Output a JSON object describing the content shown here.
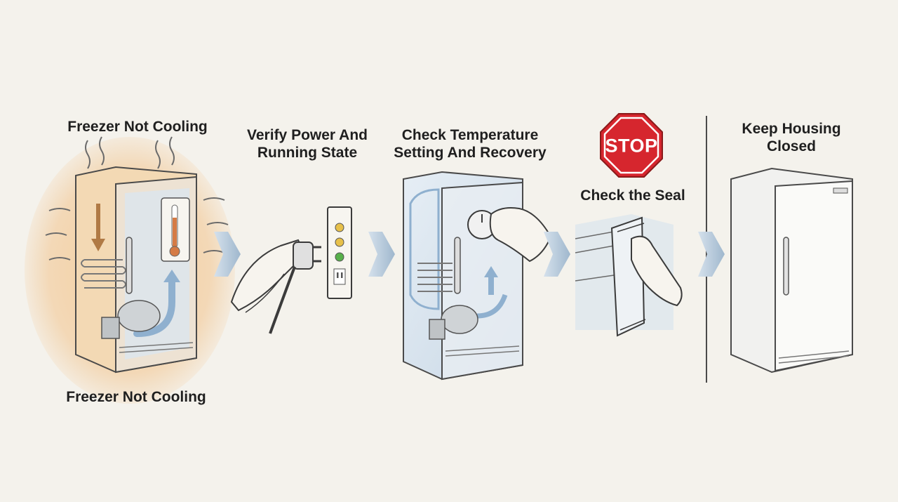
{
  "steps": [
    {
      "title": "Freezer Not Cooling",
      "caption": "Freezer Not Cooling"
    },
    {
      "title_line1": "Verify Power And",
      "title_line2": "Running State"
    },
    {
      "title_line1": "Check Temperature",
      "title_line2": "Setting And Recovery"
    },
    {
      "title": "Check the Seal",
      "sign": "STOP"
    },
    {
      "title_line1": "Keep Housing",
      "title_line2": "Closed"
    }
  ],
  "colors": {
    "background": "#f4f2ec",
    "warm_glow": "#f2c38b",
    "cool_tint": "#d7e3ee",
    "arrow": "#a9bfd4",
    "stop_red": "#d6262e",
    "line": "#3b3b3b",
    "indicator_yellow": "#e7c04a",
    "indicator_green": "#57b04a"
  },
  "icons": [
    "freezer-icon",
    "thermometer-icon",
    "compressor-icon",
    "plug-icon",
    "hand-icon",
    "wall-outlet-icon",
    "dial-icon",
    "stop-sign-icon",
    "door-gasket-icon",
    "closed-freezer-icon",
    "flow-arrow-icon"
  ]
}
